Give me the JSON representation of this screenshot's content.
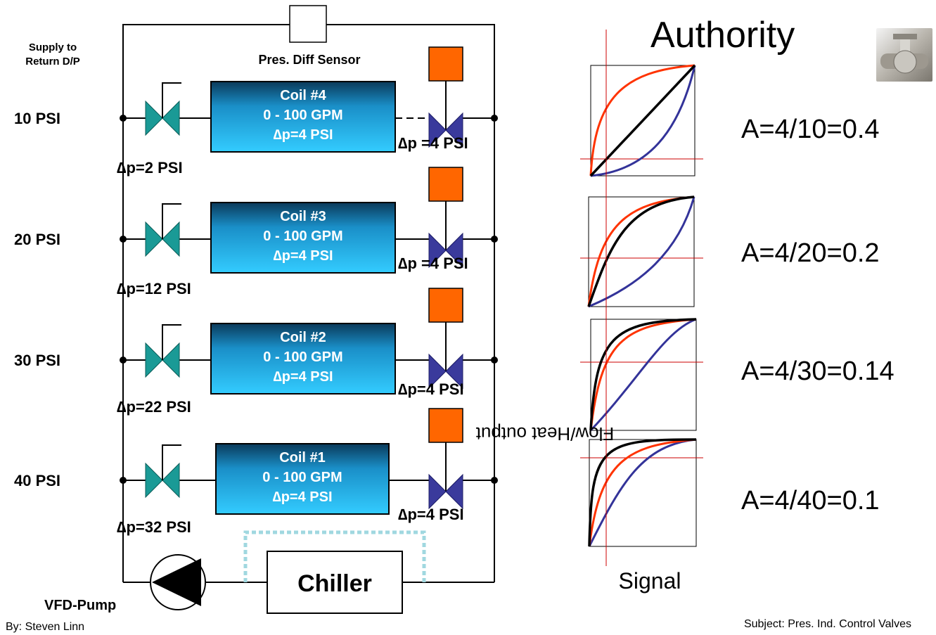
{
  "header": {
    "supply_label_1": "Supply to",
    "supply_label_2": "Return D/P",
    "sensor_label": "Pres. Diff Sensor",
    "authority_title": "Authority"
  },
  "rows": [
    {
      "psi": "10 PSI",
      "coil_name": "Coil #4",
      "coil_flow": "0 - 100 GPM",
      "coil_dp": "∆p=4 PSI",
      "balance_dp": "∆p=2 PSI",
      "control_dp": "∆p =4 PSI",
      "authority": "A=4/10=0.4"
    },
    {
      "psi": "20 PSI",
      "coil_name": "Coil #3",
      "coil_flow": "0 - 100 GPM",
      "coil_dp": "∆p=4 PSI",
      "balance_dp": "∆p=12 PSI",
      "control_dp": "∆p =4 PSI",
      "authority": "A=4/20=0.2"
    },
    {
      "psi": "30 PSI",
      "coil_name": "Coil #2",
      "coil_flow": "0 - 100 GPM",
      "coil_dp": "∆p=4 PSI",
      "balance_dp": "∆p=22 PSI",
      "control_dp": "∆p=4 PSI",
      "authority": "A=4/30=0.14"
    },
    {
      "psi": "40 PSI",
      "coil_name": "Coil #1",
      "coil_flow": "0 - 100 GPM",
      "coil_dp": "∆p=4 PSI",
      "balance_dp": "∆p=32 PSI",
      "control_dp": "∆p=4 PSI",
      "authority": "A=4/40=0.1"
    }
  ],
  "equipment": {
    "chiller_label": "Chiller",
    "pump_label": "VFD-Pump"
  },
  "graphs": {
    "y_axis_label": "Flow/Heat output",
    "x_axis_label": "Signal"
  },
  "footer": {
    "author": "By:  Steven Linn",
    "subject": "Subject:  Pres. Ind. Control Valves"
  },
  "colors": {
    "balance_valve": "#1a9a96",
    "control_valve": "#3a3a9c",
    "actuator": "#ff6600",
    "coil_top": "#0a3a5a",
    "coil_bottom": "#33ccff",
    "curve_red": "#ff3300",
    "curve_blue": "#333399",
    "curve_black": "#000000",
    "guide_red": "#cc0000",
    "dotted_line": "#a0d8e0"
  },
  "icons": [
    "two-way-valve-icon",
    "actuator-icon",
    "pump-icon",
    "valve-photo-icon"
  ]
}
